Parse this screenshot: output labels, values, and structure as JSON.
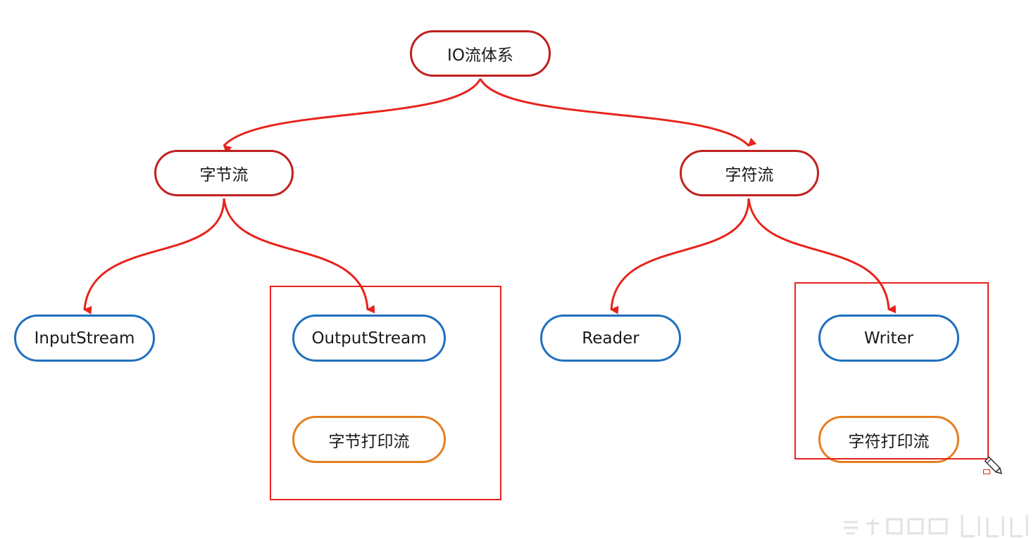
{
  "nodes": {
    "root": "IO流体系",
    "byte_stream": "字节流",
    "char_stream": "字符流",
    "input_stream": "InputStream",
    "output_stream": "OutputStream",
    "reader": "Reader",
    "writer": "Writer",
    "byte_print_stream": "字节打印流",
    "char_print_stream": "字符打印流"
  },
  "colors": {
    "arrow": "#e8221b",
    "level1_border": "#c0211f",
    "class_border": "#1f6fbf",
    "print_stream_border": "#e67e1f",
    "highlight_frame": "#e8221b"
  },
  "icons": {
    "cursor": "pen-cursor-icon",
    "watermark": "bilibili-watermark-logo"
  }
}
